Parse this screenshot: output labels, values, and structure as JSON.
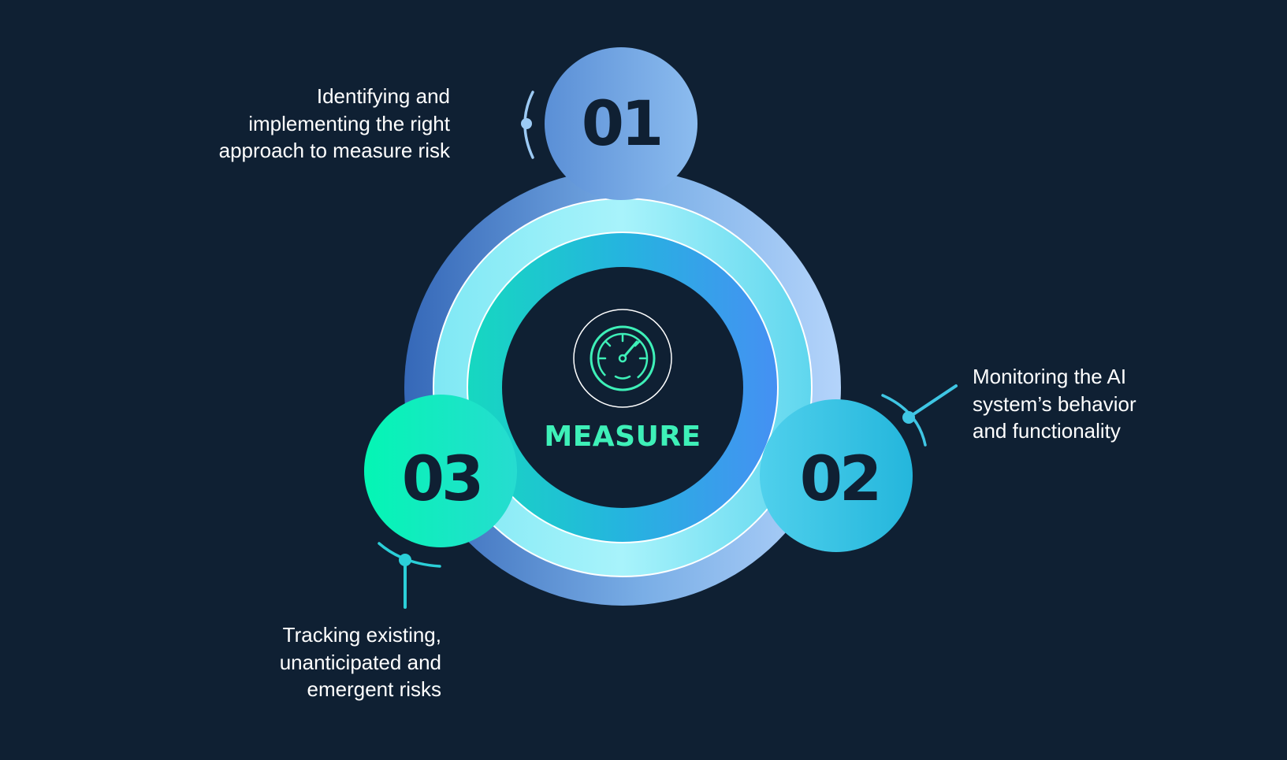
{
  "title": "MEASURE",
  "icon": "speedometer-gauge-icon",
  "steps": [
    {
      "number": "01",
      "text": "Identifying and implementing the right approach to measure risk"
    },
    {
      "number": "02",
      "text": "Monitoring the AI system’s behavior and functionality"
    },
    {
      "number": "03",
      "text": "Tracking existing, unanticipated and emergent risks"
    }
  ],
  "colors": {
    "background": "#0f2033",
    "step_01": "#7aaee6",
    "step_02": "#2fbfe0",
    "step_03": "#10f0b8",
    "title": "#3ef0b8"
  }
}
